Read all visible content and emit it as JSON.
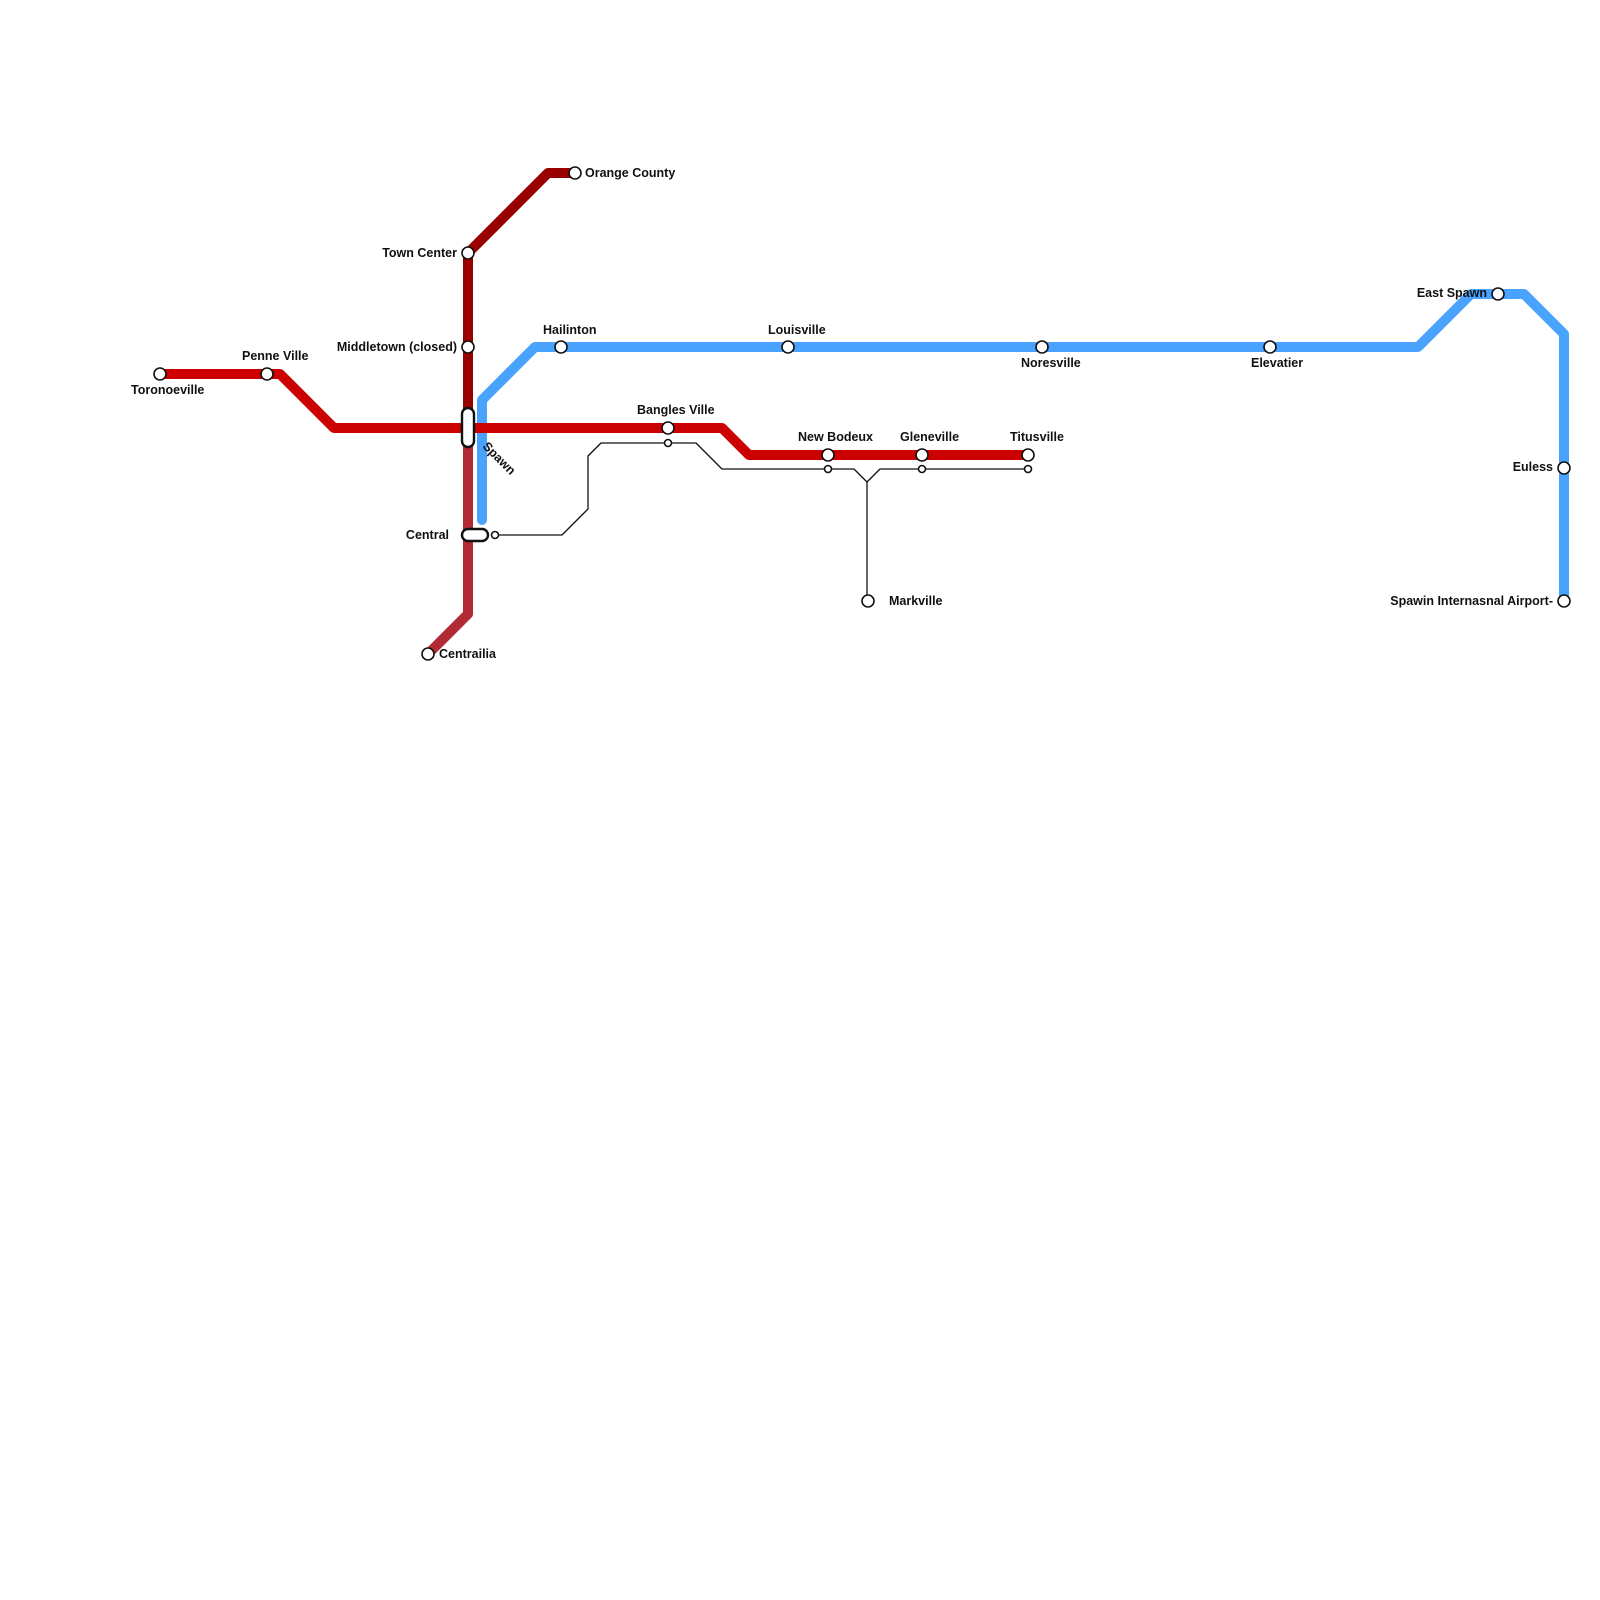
{
  "colors": {
    "red_line": "#cc0000",
    "darkred_line": "#990000",
    "rose_line": "#b22a33",
    "blue_line": "#4aa2ff",
    "connector": "#111111",
    "background": "#ffffff"
  },
  "stations": {
    "toronoeville": "Toronoeville",
    "penne_ville": "Penne Ville",
    "town_center": "Town Center",
    "orange_county": "Orange County",
    "middletown": "Middletown (closed)",
    "hailinton": "Hailinton",
    "louisville": "Louisville",
    "noresville": "Noresville",
    "elevatier": "Elevatier",
    "east_spawn": "East Spawn",
    "euless": "Euless",
    "airport": "Spawin Internasnal Airport-",
    "spawn": "Spawn",
    "bangles_ville": "Bangles Ville",
    "new_bodeux": "New Bodeux",
    "gleneville": "Gleneville",
    "titusville": "Titusville",
    "central": "Central",
    "centrailia": "Centrailia",
    "markville": "Markville"
  }
}
